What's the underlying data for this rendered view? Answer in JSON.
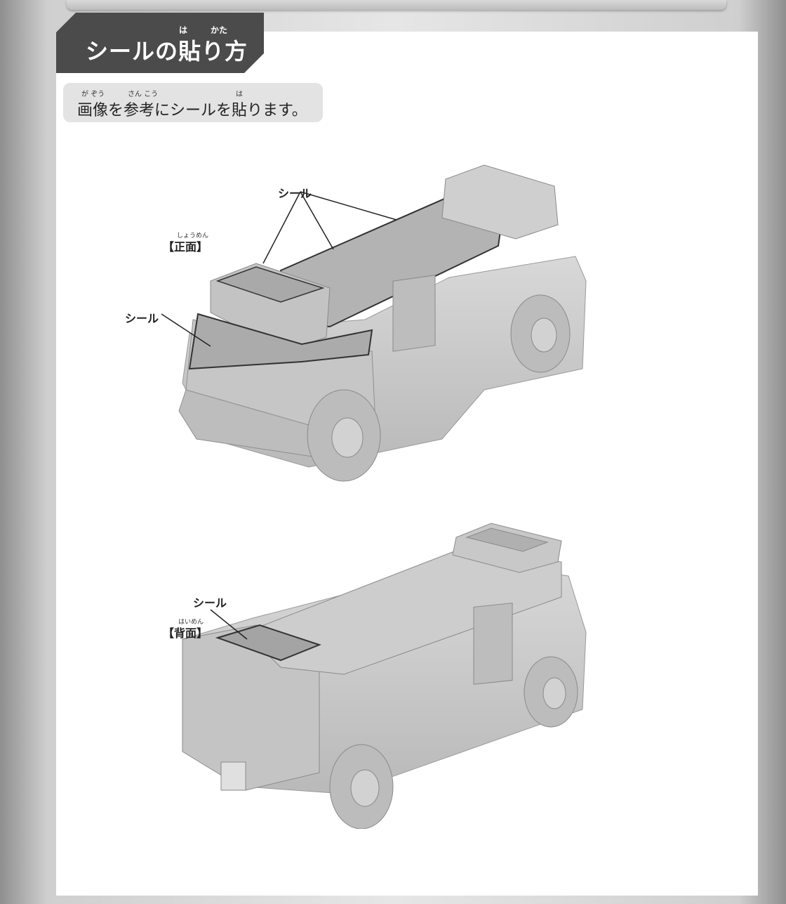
{
  "header": {
    "title": "シールの貼り方",
    "ruby_ha": "は",
    "ruby_kata": "かた"
  },
  "instruction": {
    "text": "画像を参考にシールを貼ります。",
    "ruby_ga_zou": "が ぞう",
    "ruby_san_kou": "さん こう",
    "ruby_ha": "は"
  },
  "front_view": {
    "label": "【正面】",
    "ruby": "しょうめん",
    "sticker_label_top": "シール",
    "sticker_label_side": "シール"
  },
  "back_view": {
    "label": "【背面】",
    "ruby": "はいめん",
    "sticker_label": "シール"
  },
  "colors": {
    "tab": "#4b4b4b",
    "instruction_bg": "#e3e3e3",
    "model_gray": "#c8c8c8"
  }
}
